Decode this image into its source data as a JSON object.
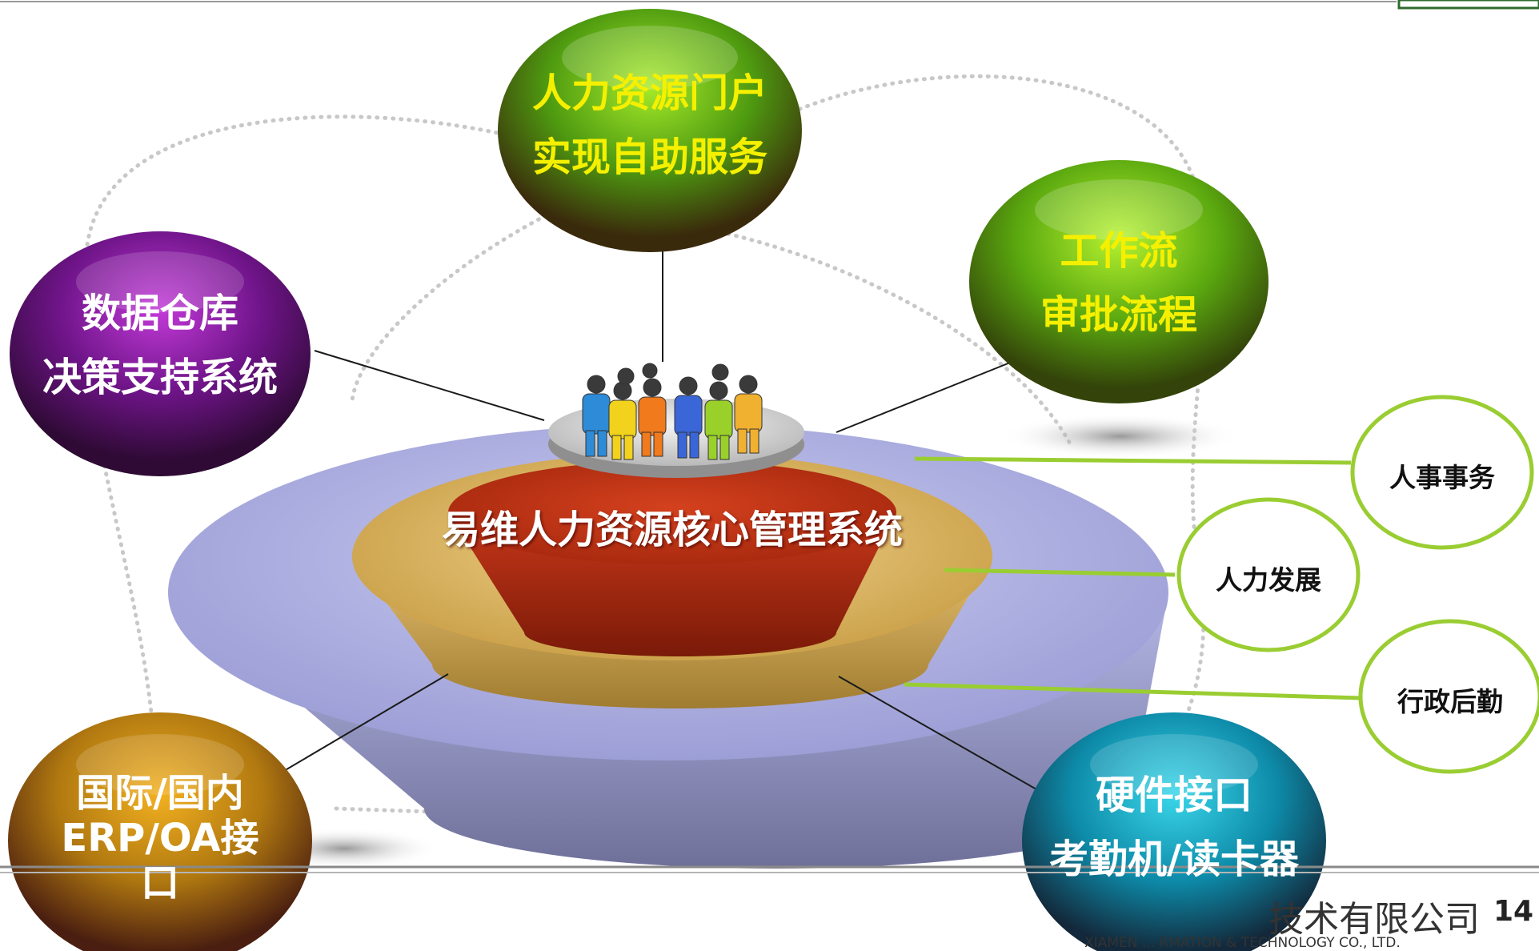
{
  "core": {
    "title": "易维人力资源核心管理系统"
  },
  "spheres": {
    "portal": {
      "line1": "人力资源门户",
      "line2": "实现自助服务",
      "text_color": "#f5f000"
    },
    "workflow": {
      "line1": "工作流",
      "line2": "审批流程",
      "text_color": "#f5f000"
    },
    "warehouse": {
      "line1": "数据仓库",
      "line2": "决策支持系统",
      "text_color": "#ffffff"
    },
    "erp": {
      "line1": "国际/国内",
      "line2": "ERP/OA接",
      "line3": "口",
      "text_color": "#ffffff"
    },
    "hardware": {
      "line1": "硬件接口",
      "line2": "考勤机/读卡器",
      "text_color": "#ffffff"
    }
  },
  "modules": [
    {
      "label": "人事事务"
    },
    {
      "label": "人力发展"
    },
    {
      "label": "行政后勤"
    }
  ],
  "footer": {
    "company": "技术有限公司",
    "page_number": "14",
    "company_en": "XIAMEN ... RMATION & TECHNOLOGY CO., LTD."
  },
  "colors": {
    "accent_green": "#9acd32",
    "footer_rule": "#9a9a9a"
  },
  "icons": {
    "people_group": "people-group-icon"
  }
}
